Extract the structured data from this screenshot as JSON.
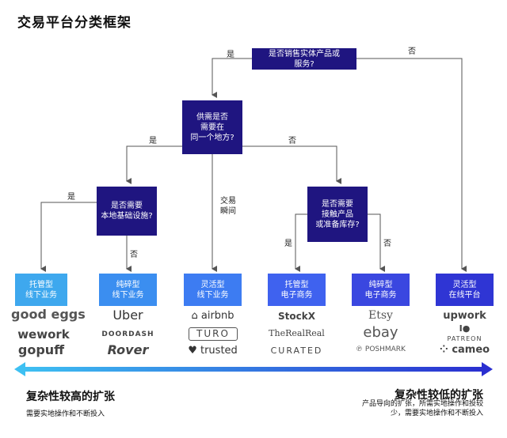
{
  "title": "交易平台分类框架",
  "decisions": {
    "d1": "是否销售实体产品或\n服务?",
    "d2": "供需是否\n需要在\n同一个地方?",
    "d3": "是否需要\n本地基础设施?",
    "d4": "是否需要\n接触产品\n或准备库存?"
  },
  "edge_labels": {
    "d1_yes": "是",
    "d1_no": "否",
    "d2_yes": "是",
    "d2_no": "否",
    "d2_mid": "交易\n瞬间",
    "d3_yes": "是",
    "d3_no": "否",
    "d4_yes": "是",
    "d4_no": "否"
  },
  "categories": [
    {
      "label": "托管型\n线下业务",
      "color": "#3ea8ee",
      "logos": [
        "good eggs",
        "wework",
        "gopuff"
      ]
    },
    {
      "label": "纯碎型\n线下业务",
      "color": "#3b8ef0",
      "logos": [
        "Uber",
        "DOORDASH",
        "Rover"
      ]
    },
    {
      "label": "灵活型\n线下业务",
      "color": "#3d7cf2",
      "logos": [
        "airbnb",
        "TURO",
        "trusted"
      ]
    },
    {
      "label": "托管型\n电子商务",
      "color": "#3f62ef",
      "logos": [
        "StockX",
        "TheRealReal",
        "CURATED"
      ]
    },
    {
      "label": "纯碎型\n电子商务",
      "color": "#3a47e0",
      "logos": [
        "Etsy",
        "ebay",
        "POSHMARK"
      ]
    },
    {
      "label": "灵活型\n在线平台",
      "color": "#2f35d4",
      "logos": [
        "upwork",
        "PATREON",
        "cameo"
      ]
    }
  ],
  "footer": {
    "left_title": "复杂性较高的扩张",
    "left_sub": "需要实地操作和不断投入",
    "right_title": "复杂性较低的扩张",
    "right_sub": "产品导向的扩张，所需实地操作和投较\n少，需要实地操作和不断投入"
  }
}
